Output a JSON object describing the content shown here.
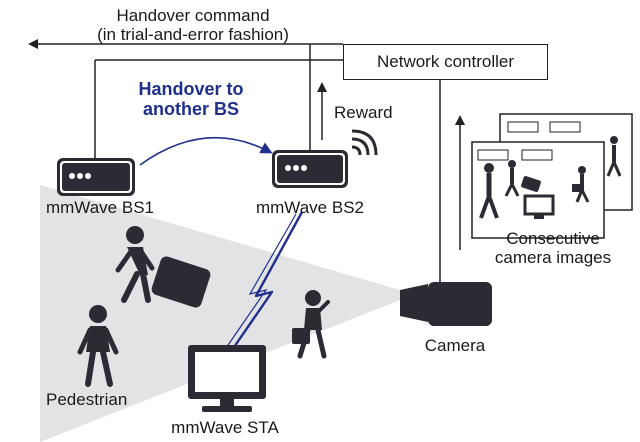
{
  "top_label": {
    "line1": "Handover command",
    "line2": "(in trial-and-error fashion)"
  },
  "network_controller": {
    "label": "Network controller"
  },
  "handover_note": {
    "line1": "Handover to",
    "line2": "another BS"
  },
  "reward": {
    "label": "Reward"
  },
  "base_stations": {
    "bs1": {
      "label": "mmWave BS1"
    },
    "bs2": {
      "label": "mmWave BS2"
    }
  },
  "camera_images": {
    "line1": "Consecutive",
    "line2": "camera images"
  },
  "camera": {
    "label": "Camera"
  },
  "pedestrian": {
    "label": "Pedestrian"
  },
  "sta": {
    "label": "mmWave STA"
  },
  "colors": {
    "accent_blue": "#1f2f8c",
    "device_dark": "#2b2b33",
    "fov_gray": "#e3e3e5",
    "line": "#222222"
  },
  "icons": [
    "base-station-icon",
    "wifi-signal-icon",
    "camera-icon",
    "monitor-icon",
    "pedestrian-icon",
    "suitcase-icon",
    "lightning-link-icon",
    "arrow-icon"
  ]
}
